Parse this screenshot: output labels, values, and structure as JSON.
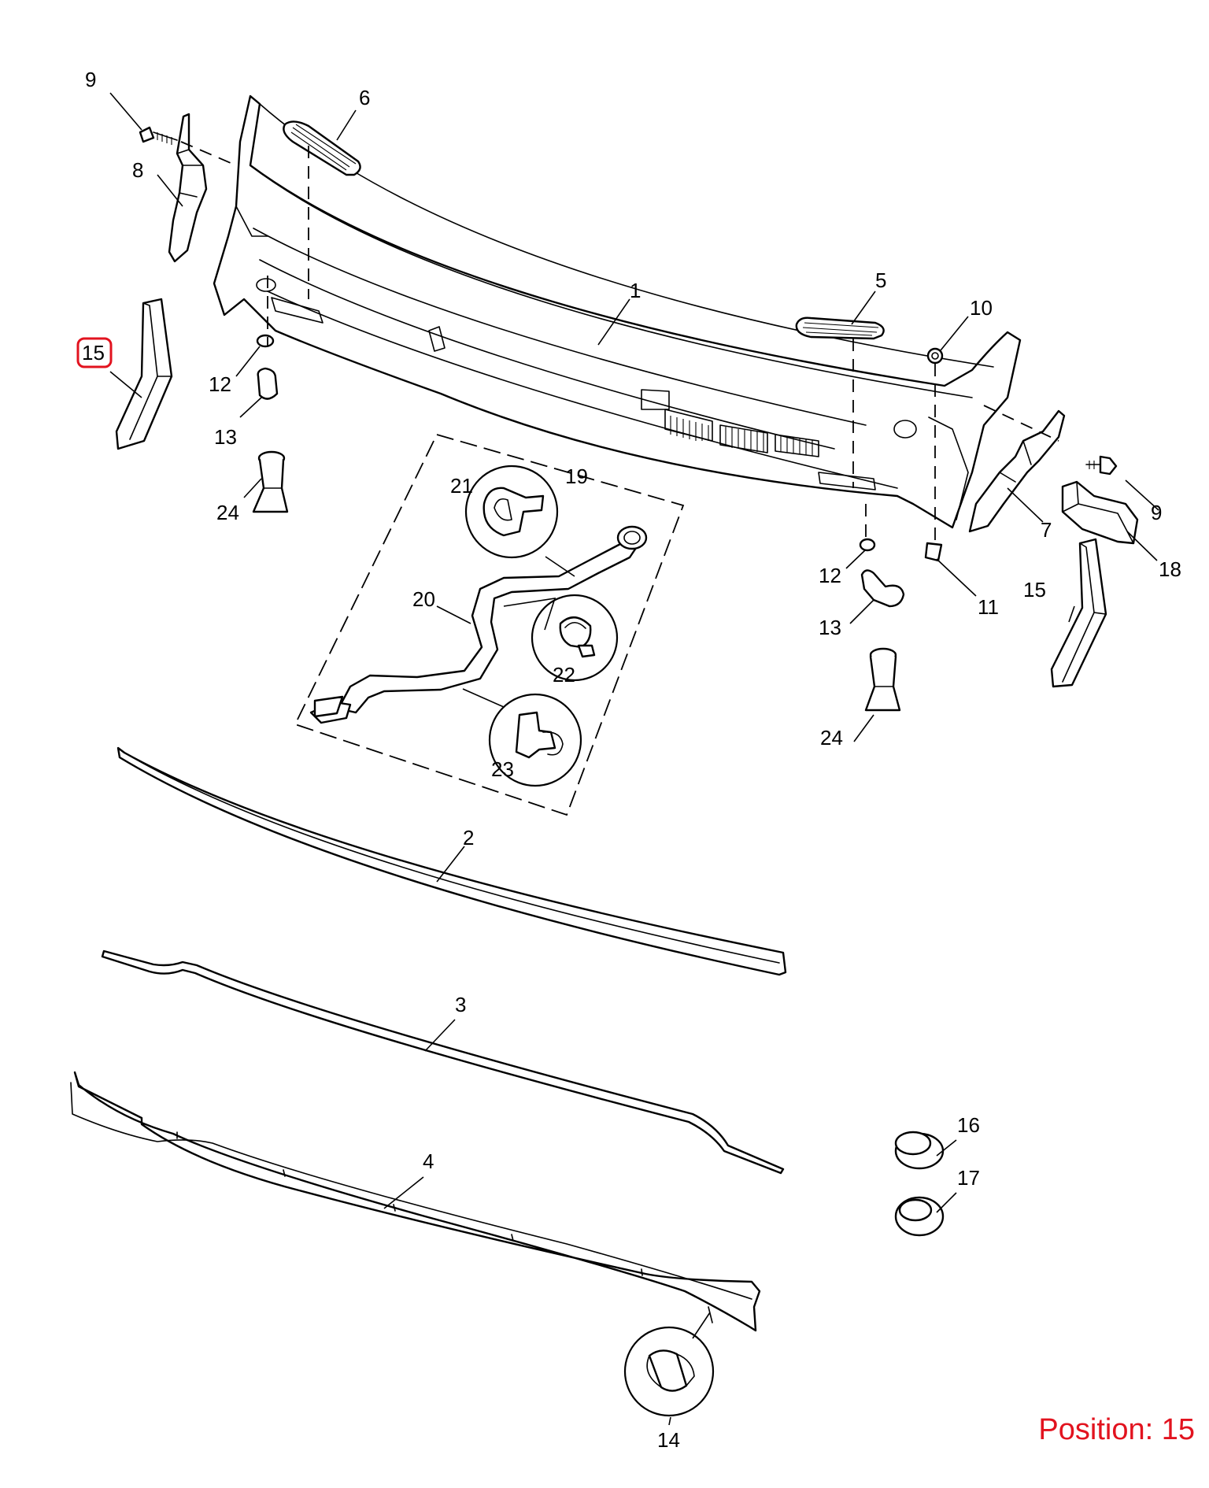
{
  "position_label": "Position: 15",
  "highlight_color": "#e2131f",
  "callouts": {
    "c1": "1",
    "c2": "2",
    "c3": "3",
    "c4": "4",
    "c5": "5",
    "c6": "6",
    "c7": "7",
    "c8": "8",
    "c9_left": "9",
    "c9_right": "9",
    "c10": "10",
    "c11": "11",
    "c12_left": "12",
    "c12_right": "12",
    "c13_left": "13",
    "c13_right": "13",
    "c14": "14",
    "c15_left": "15",
    "c15_right": "15",
    "c16": "16",
    "c17": "17",
    "c18": "18",
    "c19": "19",
    "c20": "20",
    "c21": "21",
    "c22": "22",
    "c23": "23",
    "c24_left": "24",
    "c24_right": "24"
  },
  "highlighted_callout": "15"
}
